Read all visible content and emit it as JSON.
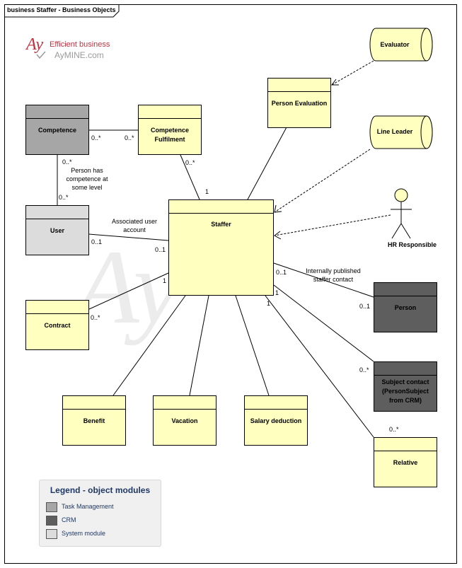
{
  "diagram": {
    "title": "business Staffer - Business Objects"
  },
  "logo": {
    "mark": "Ay",
    "line1": "Efficient business",
    "line2": "AyMINE.com",
    "brand_color": "#c0303f"
  },
  "watermark": {
    "mark": "Ay"
  },
  "colors": {
    "business_object": "#ffffc0",
    "task_management": "#a6a6a6",
    "crm": "#5e5e5e",
    "system_module": "#dcdcdc"
  },
  "elements": {
    "competence": "Competence",
    "competence_fulfilment": "Competence Fulfilment",
    "person_evaluation": "Person Evaluation",
    "evaluator": "Evaluator",
    "line_leader": "Line Leader",
    "hr_responsible": "HR Responsible",
    "user": "User",
    "staffer": "Staffer",
    "contract": "Contract",
    "person": "Person",
    "subject_contact": "Subject contact (PersonSubject from CRM)",
    "benefit": "Benefit",
    "vacation": "Vacation",
    "salary_deduction": "Salary deduction",
    "relative": "Relative"
  },
  "relations": {
    "competence_fulfil_m1": "0..*",
    "competence_fulfil_m2": "0..*",
    "competence_user_m1": "0..*",
    "competence_user_m2": "0..*",
    "competence_user_label": "Person has competence at some level",
    "fulfil_staffer_m1": "0..*",
    "fulfil_staffer_m2": "1",
    "user_staffer_label": "Associated user account",
    "user_staffer_m1": "0..1",
    "user_staffer_m2": "0..1",
    "contract_staffer_m1": "1",
    "contract_staffer_m2": "0..*",
    "person_staffer_label": "Internally published staffer contact",
    "person_staffer_m1": "0..1",
    "person_staffer_m2": "0..1",
    "subject_staffer_m1": "1",
    "subject_staffer_m2": "0..*",
    "relative_staffer_m1": "1",
    "relative_staffer_m2": "0..*"
  },
  "legend": {
    "title": "Legend - object modules",
    "items": [
      {
        "label": "Task Management",
        "color": "#a6a6a6"
      },
      {
        "label": "CRM",
        "color": "#5e5e5e"
      },
      {
        "label": "System module",
        "color": "#dcdcdc"
      }
    ]
  }
}
